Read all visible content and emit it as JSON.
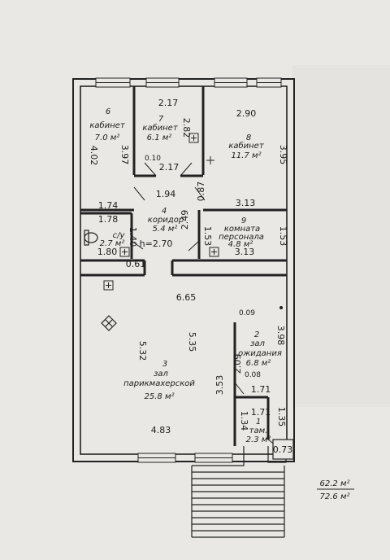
{
  "rooms": {
    "r6": {
      "num": "6",
      "name": "кабинет",
      "area": "7.0 м²"
    },
    "r7": {
      "num": "7",
      "name": "кабинет",
      "area": "6.1 м²"
    },
    "r8": {
      "num": "8",
      "name": "кабинет",
      "area": "11.7 м²"
    },
    "r4": {
      "num": "4",
      "name": "коридор",
      "area": "5.4 м²"
    },
    "r5": {
      "num": "5",
      "name": "с/у",
      "area": "2.7 м²"
    },
    "r9": {
      "num": "9",
      "name_line1": "комната",
      "name_line2": "персонала",
      "area": "4.8 м²"
    },
    "r3": {
      "num": "3",
      "name_line1": "зал",
      "name_line2": "парикмахерской",
      "area": "25.8 м²"
    },
    "r2": {
      "num": "2",
      "name_line1": "зал",
      "name_line2": "ожидания",
      "area": "6.8 м²"
    },
    "r1": {
      "num": "1",
      "name": "там.",
      "area": "2.3 м²"
    }
  },
  "dimensions": {
    "d_217_top": "2.17",
    "d_290": "2.90",
    "d_402": "4.02",
    "d_397": "3.97",
    "d_282": "2.82",
    "d_395": "3.95",
    "d_010": "0.10",
    "d_217_mid": "2.17",
    "d_194": "1.94",
    "d_087": "0.87",
    "d_313_a": "3.13",
    "d_174": "1.74",
    "d_178": "1.78",
    "d_140": "1.40",
    "d_249": "2.49",
    "d_153_a": "1.53",
    "d_153_b": "1.53",
    "d_180": "1.80",
    "d_h270": "h=2.70",
    "d_313_b": "3.13",
    "d_061": "0.61",
    "d_665": "6.65",
    "d_009": "0.09",
    "d_398": "3.98",
    "d_532": "5.32",
    "d_535": "5.35",
    "d_353": "3.53",
    "d_209": "2.09",
    "d_008": "0.08",
    "d_171_a": "1.71",
    "d_171_b": "1.71",
    "d_134": "1.34",
    "d_135": "1.35",
    "d_483": "4.83",
    "d_073": "0.73"
  },
  "totals": {
    "total_1": "62.2 м²",
    "total_2": "72.6 м²"
  }
}
